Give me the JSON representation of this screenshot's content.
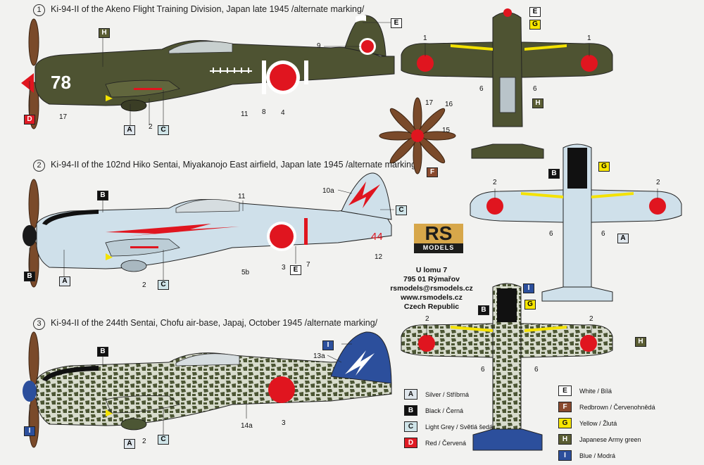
{
  "captions": [
    {
      "num": "1",
      "text": "Ki-94-II of the Akeno Flight Training Division, Japan late 1945 /alternate marking/"
    },
    {
      "num": "2",
      "text": "Ki-94-II of the 102nd Hiko Sentai, Miyakanojo East airfield, Japan late 1945 /alternate marking/"
    },
    {
      "num": "3",
      "text": "Ki-94-II of the 244th Sentai, Chofu air-base, Japaj, October 1945 /alternate marking/"
    }
  ],
  "aircraft": {
    "a1": {
      "fuselage_code": "78",
      "labels": {
        "n17": "17",
        "n2": "2",
        "n11": "11",
        "n8": "8",
        "n4": "4",
        "n9": "9"
      }
    },
    "a2": {
      "tail_code": "44",
      "labels": {
        "n11": "11",
        "n10a": "10a",
        "n3": "3",
        "n7": "7",
        "n12": "12",
        "n5b": "5b",
        "n2": "2"
      }
    },
    "a3": {
      "labels": {
        "n13a": "13a",
        "n14a": "14a",
        "n3": "3",
        "n2": "2"
      }
    }
  },
  "plan_labels": {
    "p1a": "1",
    "p1b": "1",
    "p6a": "6",
    "p6b": "6",
    "p2a": "2",
    "p2b": "2",
    "p6c": "6",
    "p6d": "6",
    "p2c": "2",
    "p2d": "2",
    "p6e": "6",
    "p6f": "6"
  },
  "prop_labels": {
    "n17": "17",
    "n16": "16",
    "n15": "15"
  },
  "tags": {
    "A": "A",
    "B": "B",
    "C": "C",
    "D": "D",
    "E": "E",
    "F": "F",
    "G": "G",
    "H": "H",
    "I": "I"
  },
  "logo": {
    "letters": "RS",
    "sub": "MODELS"
  },
  "address": [
    "U lomu 7",
    "795 01 Rýmařov",
    "rsmodels@rsmodels.cz",
    "www.rsmodels.cz",
    "Czech Republic"
  ],
  "legend_left": [
    {
      "code": "A",
      "text": "Silver / Stříbrná",
      "color": "#dfe6ec",
      "fg": "#111"
    },
    {
      "code": "B",
      "text": "Black / Černá",
      "color": "#111111",
      "fg": "#fff"
    },
    {
      "code": "C",
      "text": "Light Grey / Světlá šedá",
      "color": "#cfe4e8",
      "fg": "#111"
    },
    {
      "code": "D",
      "text": "Red / Červená",
      "color": "#e01b24",
      "fg": "#fff"
    }
  ],
  "legend_right": [
    {
      "code": "E",
      "text": "White / Bílá",
      "color": "#ffffff",
      "fg": "#111"
    },
    {
      "code": "F",
      "text": "Redbrown / Červenohnědá",
      "color": "#8a4a2e",
      "fg": "#fff"
    },
    {
      "code": "G",
      "text": "Yellow / Žlutá",
      "color": "#f7e600",
      "fg": "#111"
    },
    {
      "code": "H",
      "text": "Japanese Army green",
      "color": "#5a5d33",
      "fg": "#fff"
    },
    {
      "code": "I",
      "text": "Blue / Modrá",
      "color": "#2c4f9c",
      "fg": "#fff"
    }
  ],
  "colors": {
    "army_green": "#4e5332",
    "light_grey": "#cfe0ea",
    "hinomaru": "#e0151f",
    "blue": "#2c4f9c",
    "yellow": "#f4e200",
    "prop": "#7a4a2a",
    "mottle_green": "#4c5634",
    "mottle_base": "#d8dccd"
  }
}
